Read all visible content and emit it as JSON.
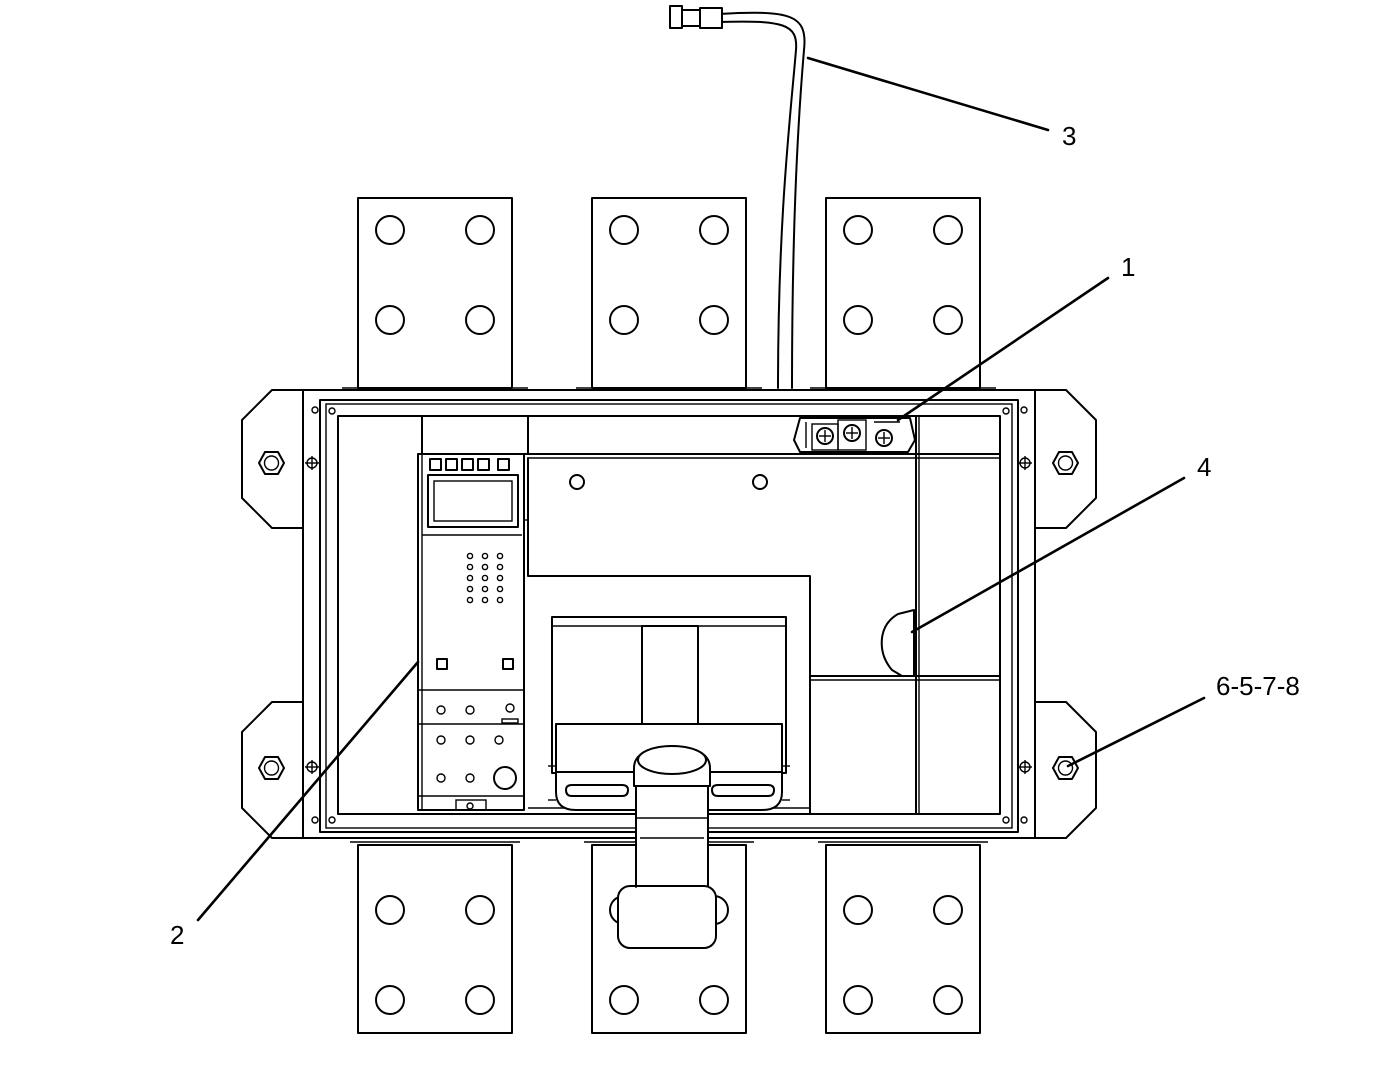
{
  "callouts": {
    "c1": "1",
    "c2": "2",
    "c3": "3",
    "c4": "4",
    "c5": "6-5-7-8"
  }
}
